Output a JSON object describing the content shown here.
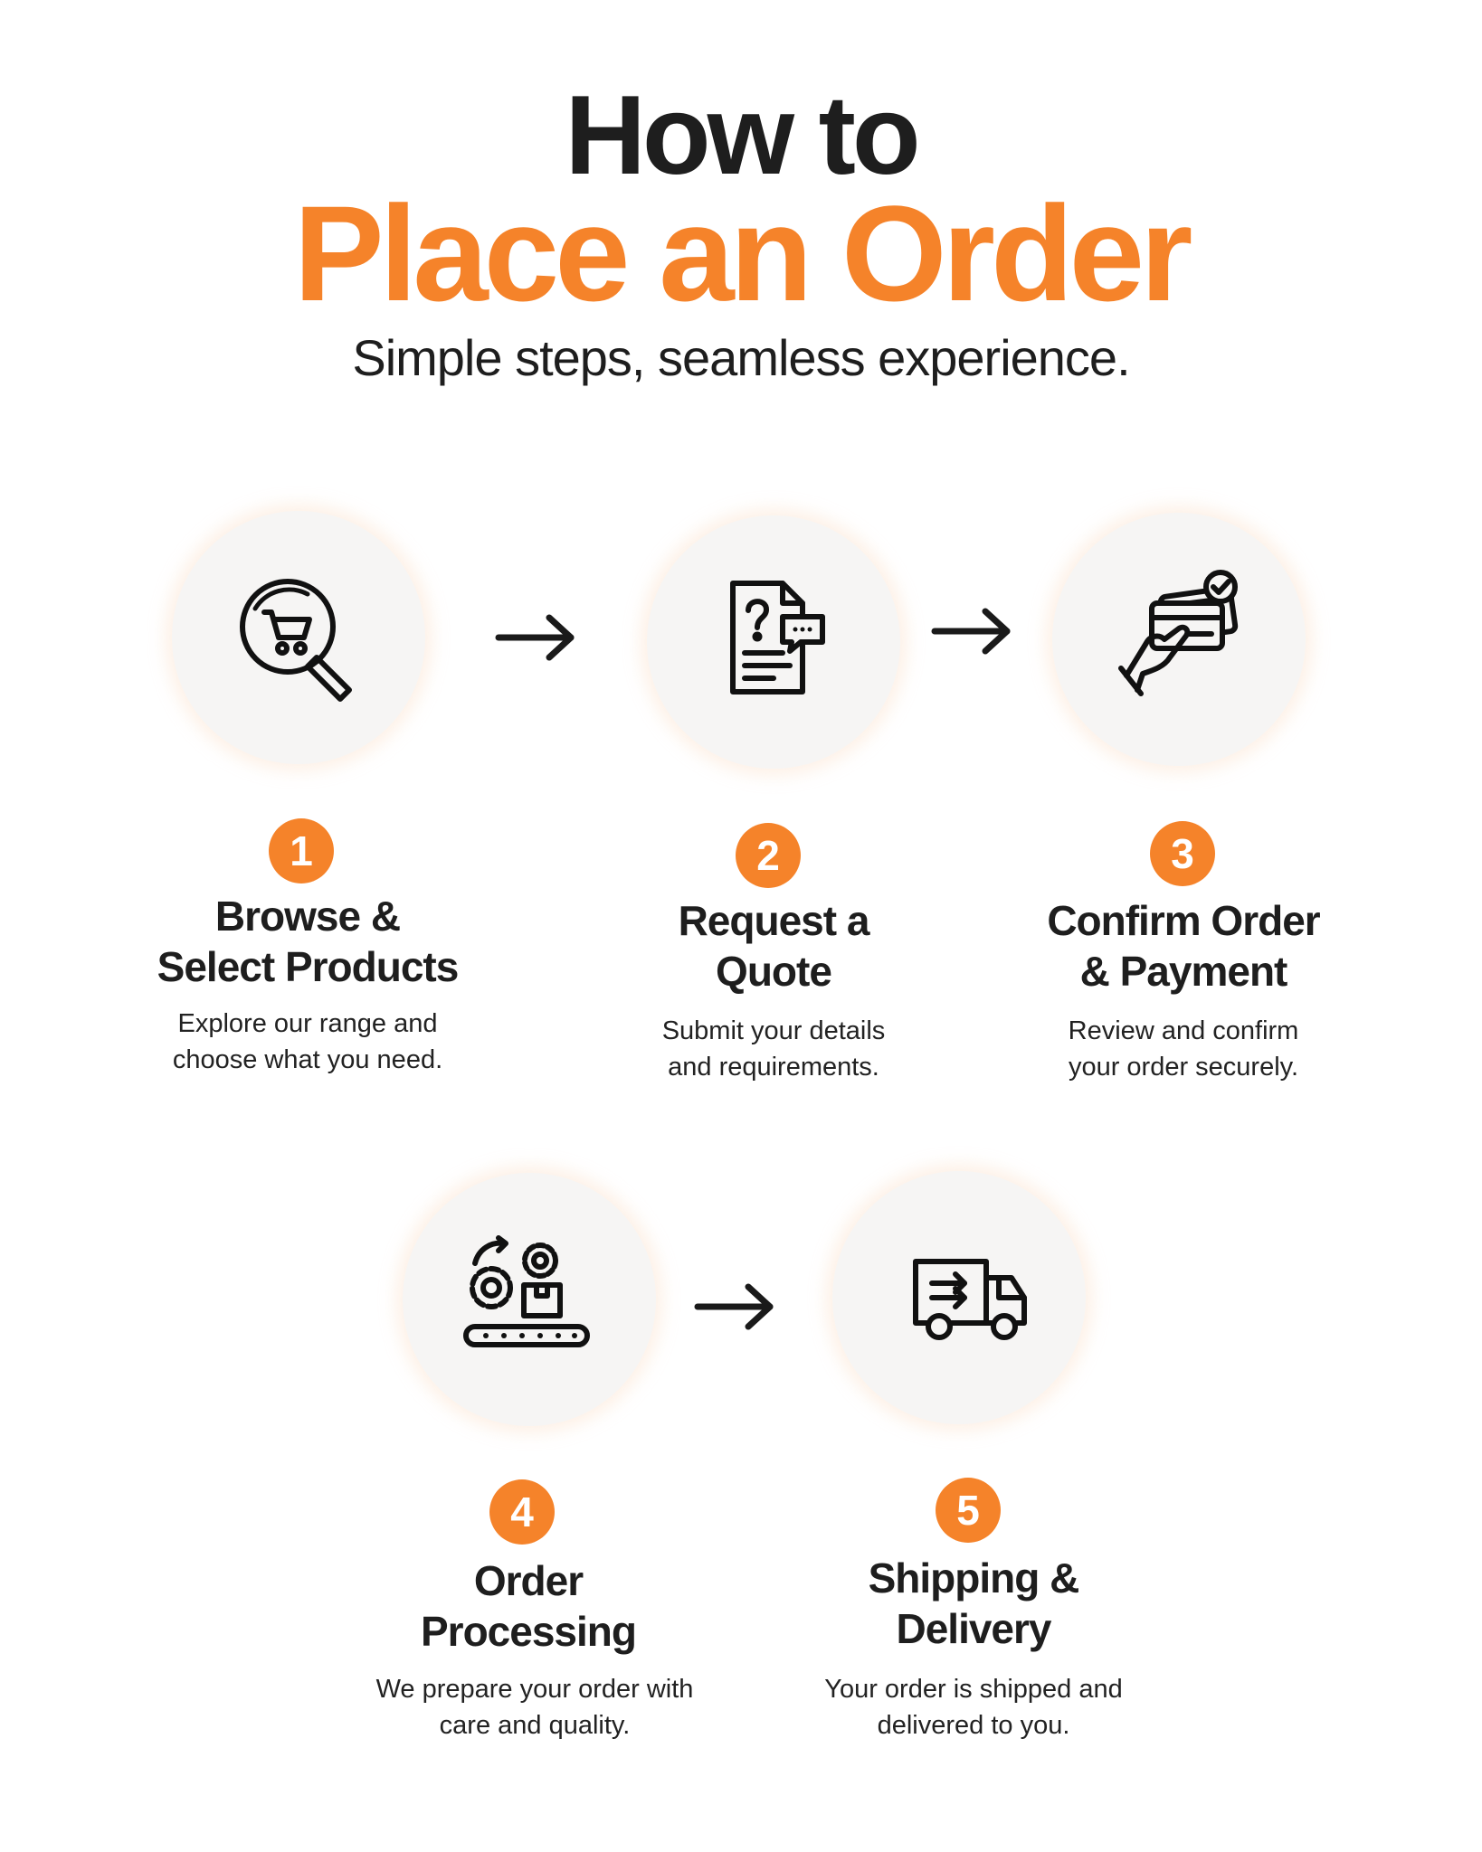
{
  "header": {
    "title_line1": "How to",
    "title_line2": "Place an Order",
    "subtitle": "Simple steps, seamless experience."
  },
  "colors": {
    "accent": "#f5832a",
    "text": "#1e1e1e",
    "circle_bg": "#f6f5f4"
  },
  "steps": [
    {
      "number": "1",
      "icon": "search-cart-icon",
      "title_lines": [
        "Browse &",
        "Select Products"
      ],
      "desc_lines": [
        "Explore our range and",
        "choose what you need."
      ]
    },
    {
      "number": "2",
      "icon": "quote-document-icon",
      "title_lines": [
        "Request a",
        "Quote"
      ],
      "desc_lines": [
        "Submit your details",
        "and requirements."
      ]
    },
    {
      "number": "3",
      "icon": "card-payment-icon",
      "title_lines": [
        "Confirm Order",
        "& Payment"
      ],
      "desc_lines": [
        "Review and confirm",
        "your order securely."
      ]
    },
    {
      "number": "4",
      "icon": "gears-conveyor-icon",
      "title_lines": [
        "Order",
        "Processing"
      ],
      "desc_lines": [
        "We prepare your order with",
        "care and quality."
      ]
    },
    {
      "number": "5",
      "icon": "delivery-truck-icon",
      "title_lines": [
        "Shipping &",
        "Delivery"
      ],
      "desc_lines": [
        "Your order is shipped and",
        "delivered to you."
      ]
    }
  ]
}
